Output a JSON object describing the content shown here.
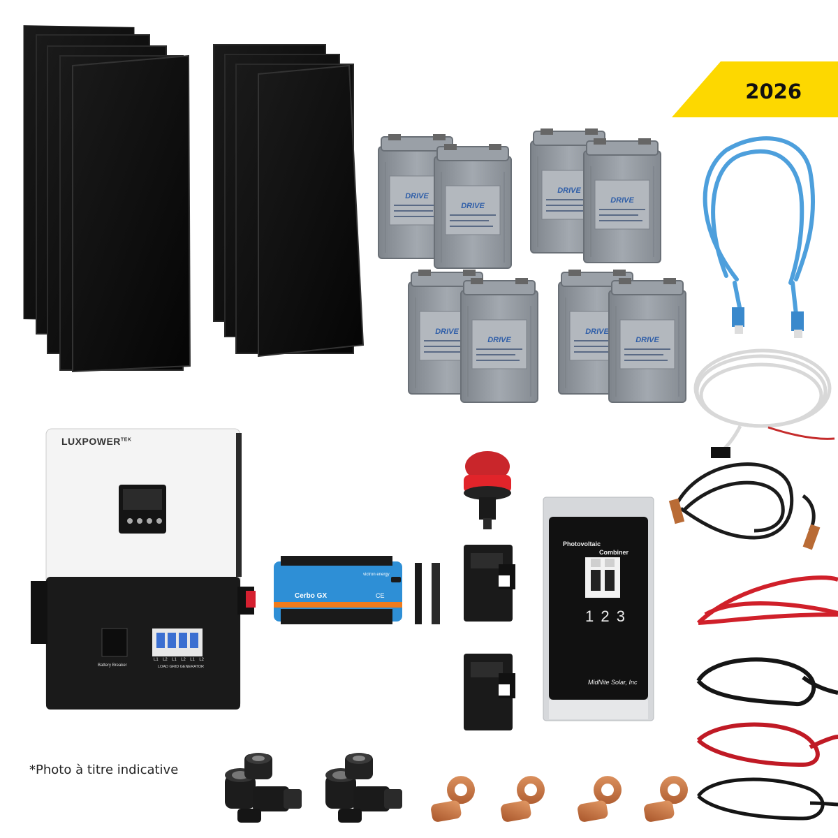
{
  "badge": {
    "year": "2026",
    "color": "#fdd800"
  },
  "note": "*Photo à titre indicative",
  "inverter": {
    "brand": "LUXPOWER",
    "brand_sup": "TEK",
    "breaker_label": "Battery Breaker",
    "ports": [
      "L1",
      "L2",
      "L1",
      "L2",
      "L1",
      "L2"
    ],
    "port_groups": [
      "LOAD",
      "GRID",
      "GENERATOR"
    ]
  },
  "cerbo": {
    "name": "Cerbo GX",
    "brand": "victron energy",
    "marks": "CE"
  },
  "combiner": {
    "title": "Photovoltaic",
    "subtitle": "Combiner",
    "numbers": "1 2 3",
    "maker": "MidNite Solar, Inc"
  },
  "battery_brand": "DRIVE",
  "colors": {
    "panel": "#0b0b0b",
    "battery": "#8f959c",
    "cable_blue": "#4d9fdc",
    "cable_red": "#d0202a",
    "copper": "#c8713a"
  }
}
